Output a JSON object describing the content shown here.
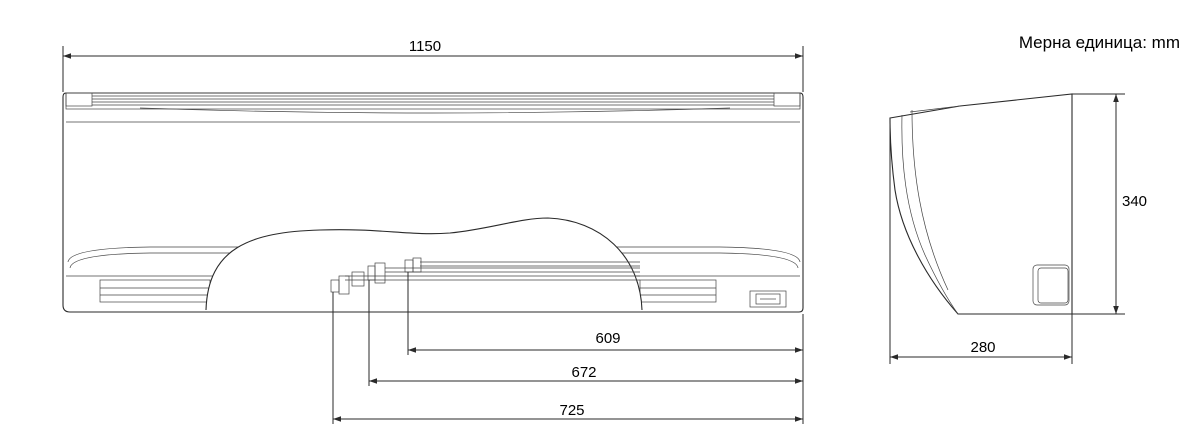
{
  "unit_label": "Мерна единица: mm",
  "dimensions": {
    "width": "1150",
    "height": "340",
    "depth": "280",
    "pipe_1": "609",
    "pipe_2": "672",
    "pipe_3": "725"
  }
}
